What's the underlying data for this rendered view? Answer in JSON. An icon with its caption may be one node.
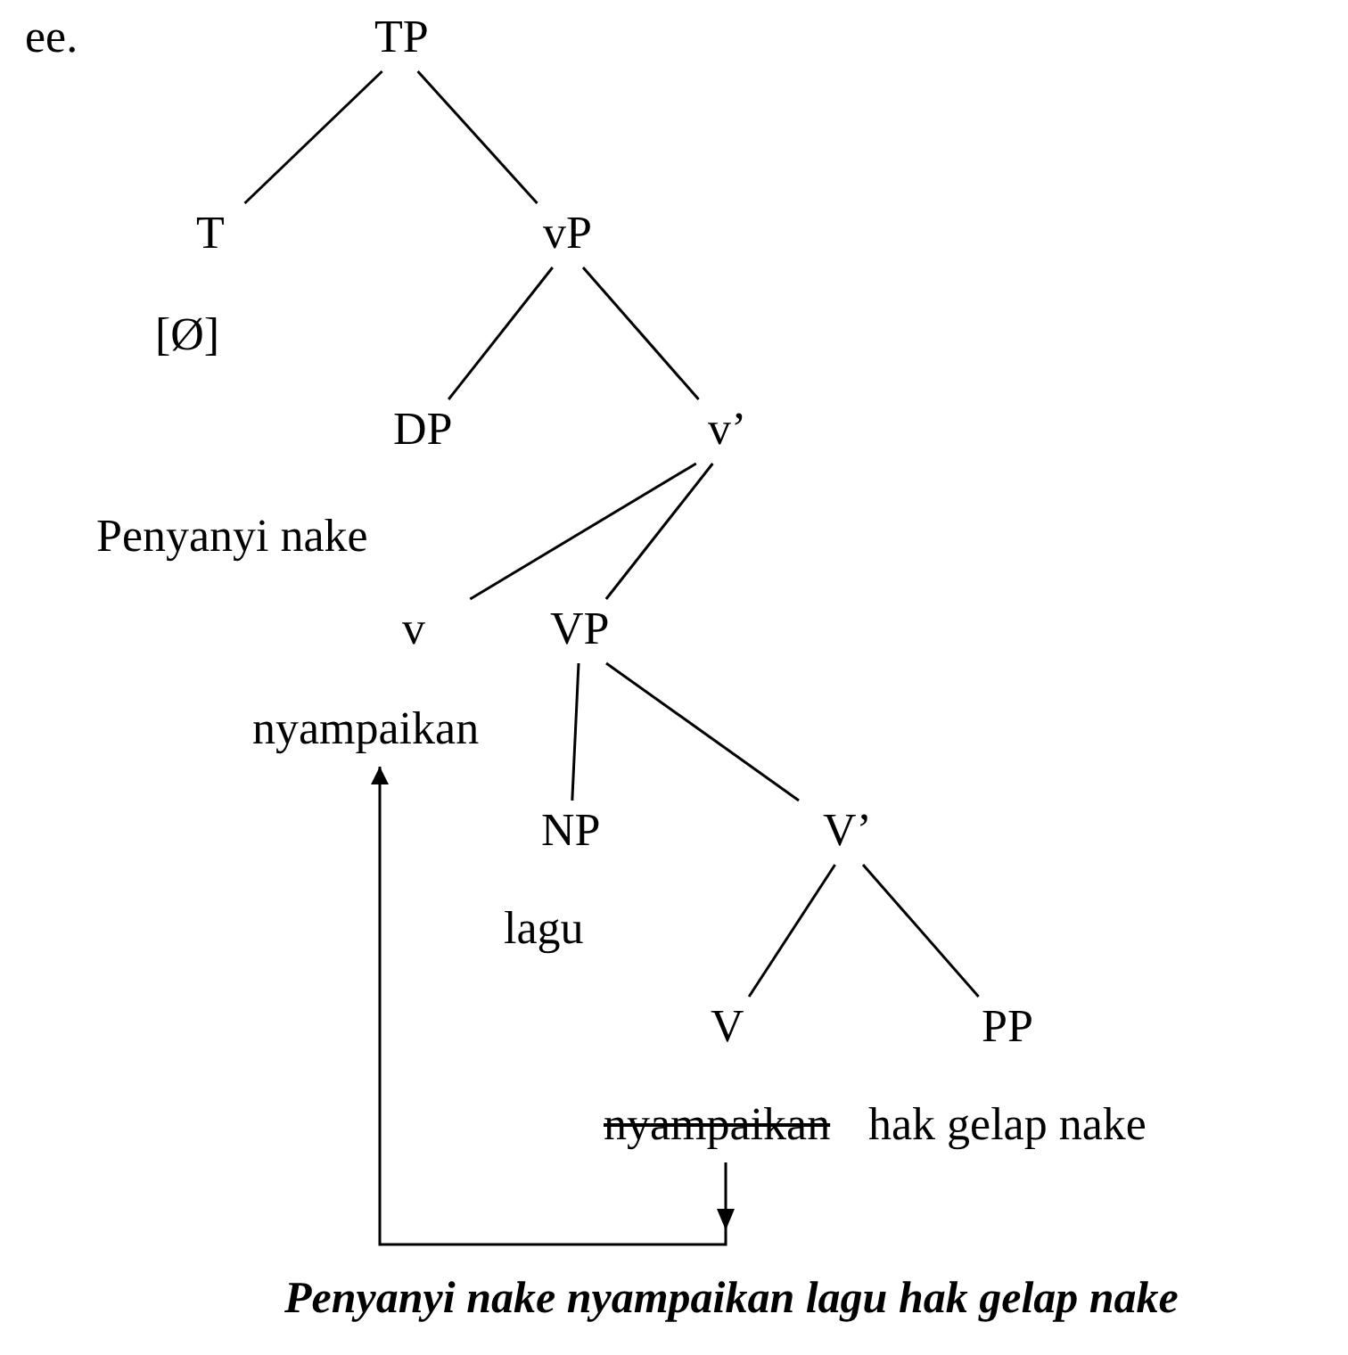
{
  "diagram": {
    "caption": "Penyanyi nake nyampaikan lagu hak gelap nake",
    "nodes": [
      {
        "text": [
          "TP"
        ]
      },
      {
        "text": [
          "T",
          "[Ø]"
        ]
      },
      {
        "text": [
          "vP"
        ]
      },
      {
        "text": [
          "DP",
          "Penyanyi nake"
        ]
      },
      {
        "text": [
          "v’"
        ]
      },
      {
        "text": [
          "v",
          "nyampaikan"
        ]
      },
      {
        "text": [
          "VP"
        ]
      },
      {
        "text": [
          "NP",
          "lagu"
        ]
      },
      {
        "text": [
          "V’"
        ]
      },
      {
        "text": [
          "V",
          "nyampaikan"
        ]
      },
      {
        "text": [
          "PP",
          "hak gelap nake"
        ]
      }
    ],
    "edges": [
      {
        "from": 0,
        "to": 1,
        "arrow": "none"
      },
      {
        "from": 0,
        "to": 2,
        "arrow": "none"
      },
      {
        "from": 2,
        "to": 3,
        "arrow": "none"
      },
      {
        "from": 2,
        "to": 4,
        "arrow": "none"
      },
      {
        "from": 4,
        "to": 5,
        "arrow": "none"
      },
      {
        "from": 4,
        "to": 6,
        "arrow": "none"
      },
      {
        "from": 6,
        "to": 7,
        "arrow": "none"
      },
      {
        "from": 6,
        "to": 8,
        "arrow": "none"
      },
      {
        "from": 8,
        "to": 9,
        "arrow": "none"
      },
      {
        "from": 8,
        "to": 10,
        "arrow": "none"
      },
      {
        "from": 9,
        "to": 5,
        "arrow": "to"
      }
    ],
    "labels": [
      "ee."
    ]
  }
}
